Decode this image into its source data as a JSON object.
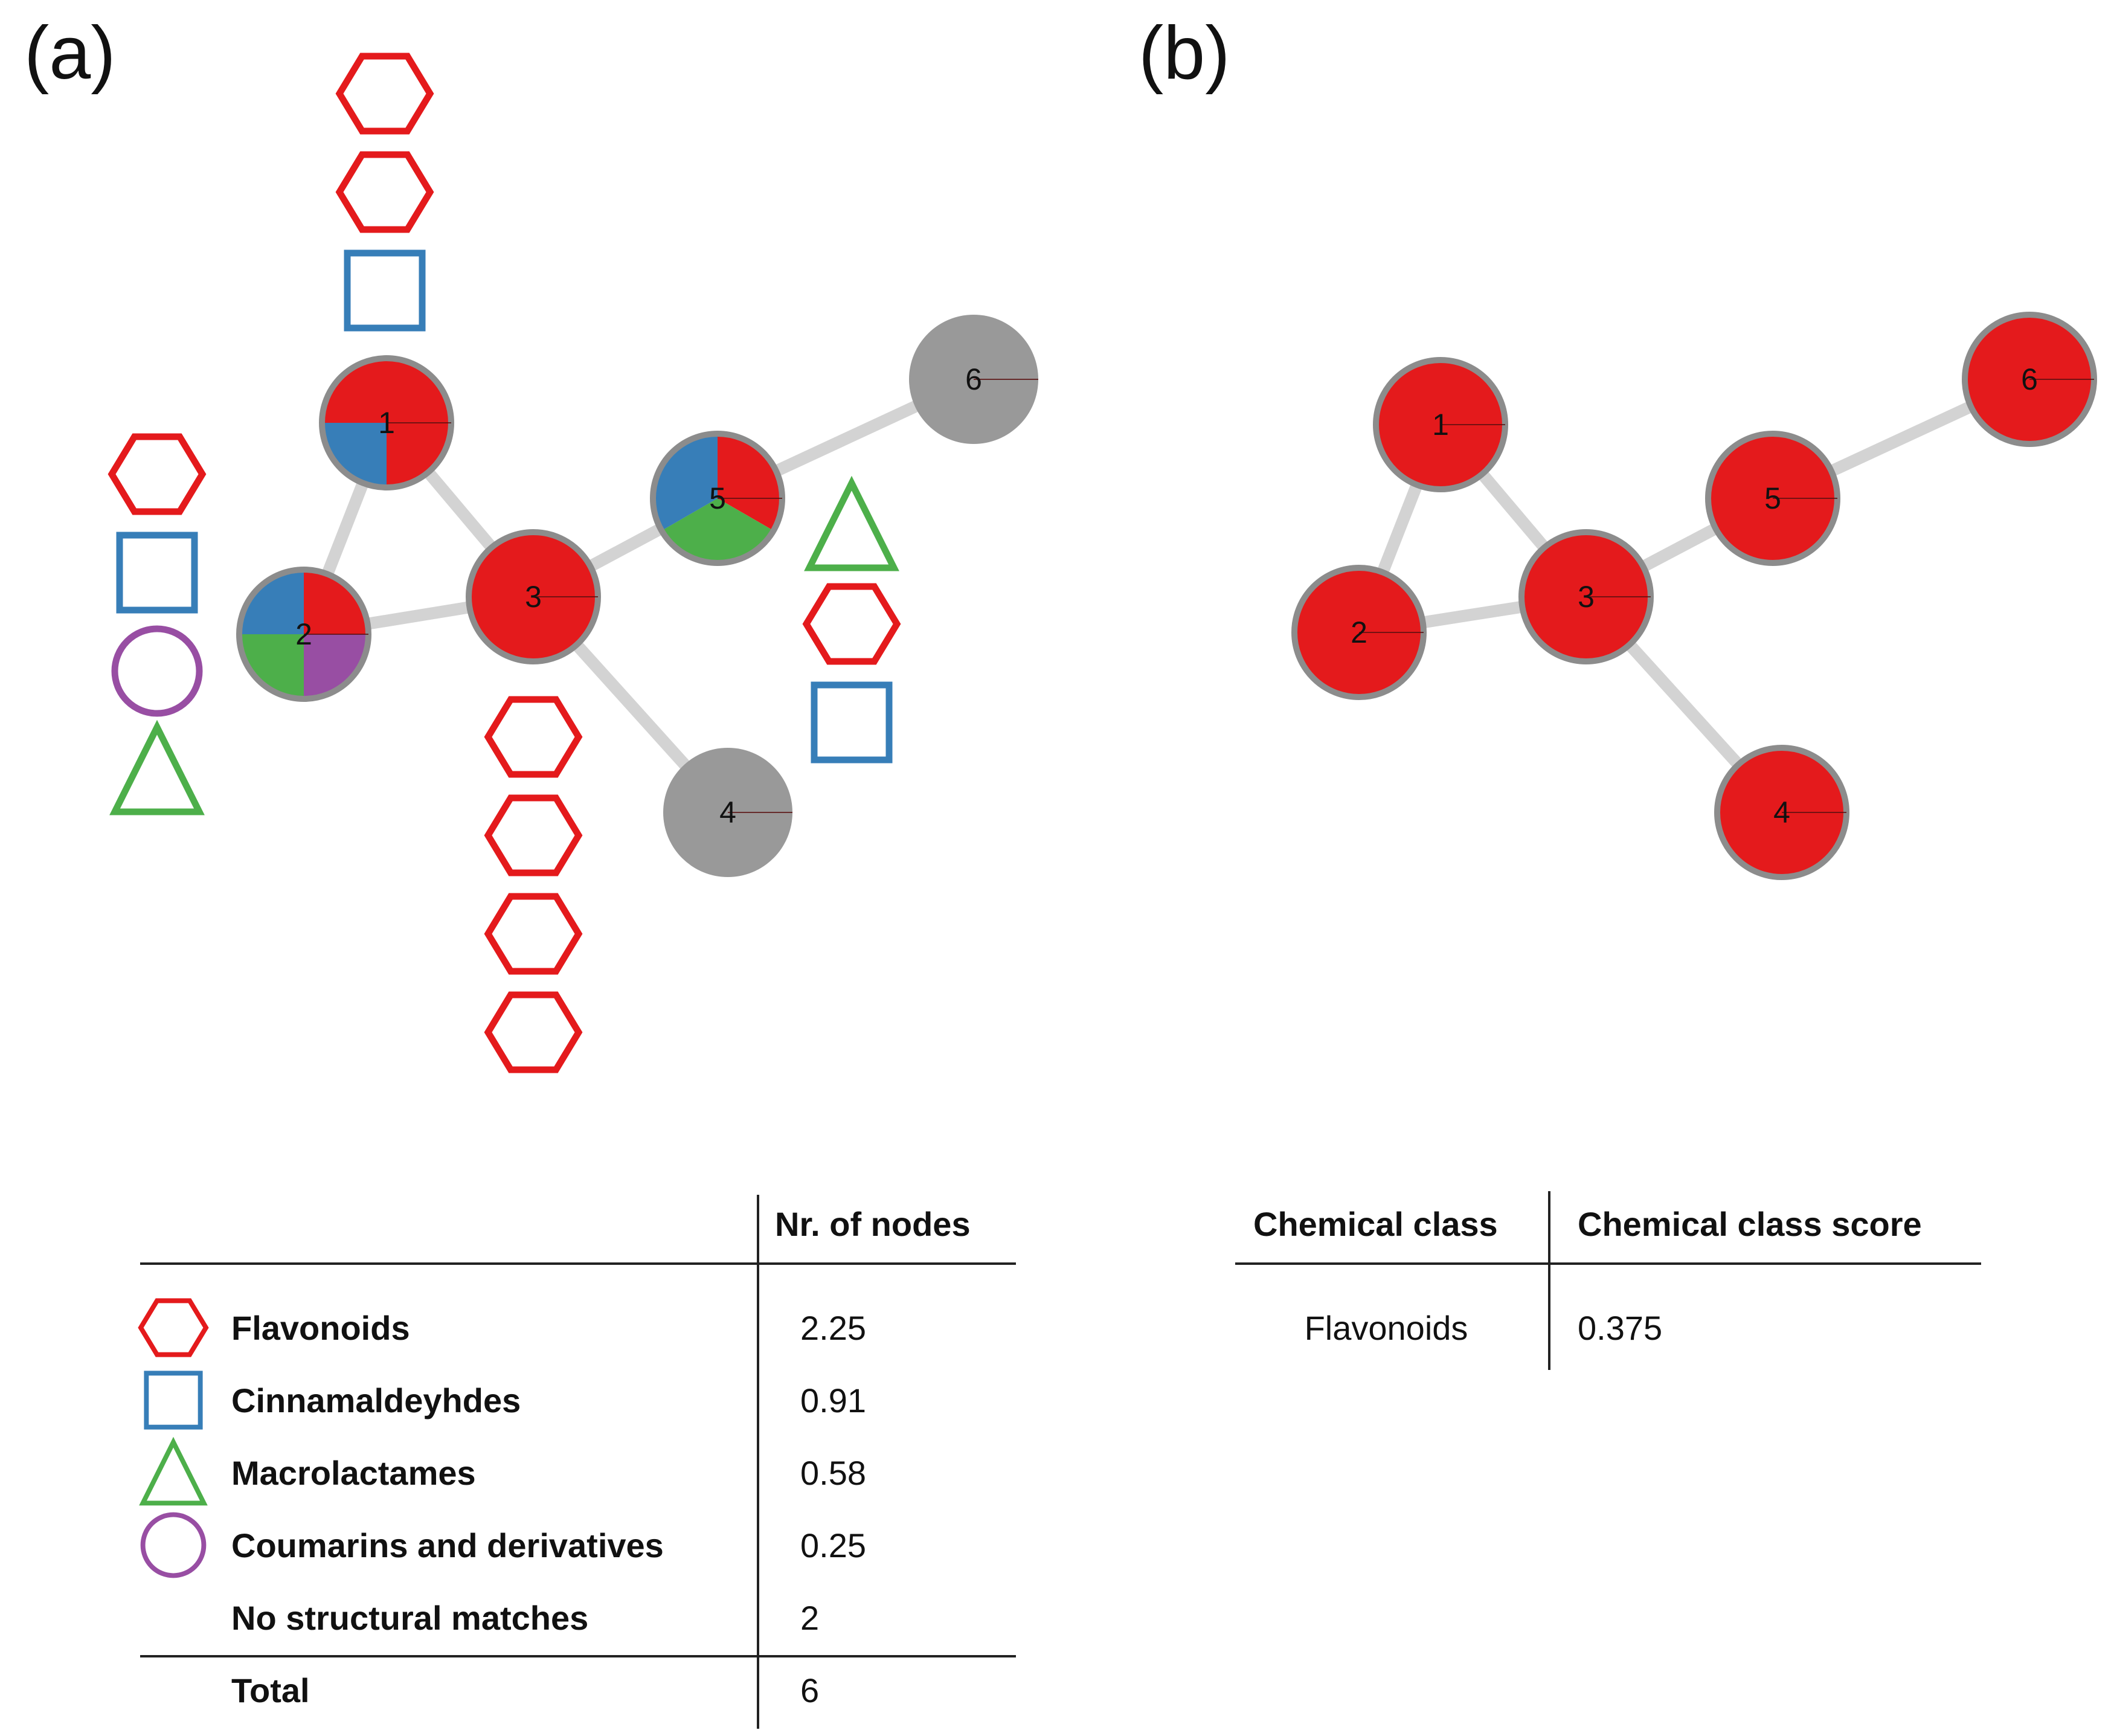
{
  "panel_a": {
    "letter": "(a)",
    "nodes": [
      {
        "id": "1",
        "label": "1",
        "slices": [
          {
            "color": "red",
            "frac": 0.5
          },
          {
            "color": "blue",
            "frac": 0.25
          },
          {
            "color": "red",
            "frac": 0.25
          }
        ]
      },
      {
        "id": "2",
        "label": "2",
        "slices": [
          {
            "color": "red",
            "frac": 0.25
          },
          {
            "color": "purple",
            "frac": 0.25
          },
          {
            "color": "green",
            "frac": 0.25
          },
          {
            "color": "blue",
            "frac": 0.25
          }
        ]
      },
      {
        "id": "3",
        "label": "3",
        "slices": [
          {
            "color": "red",
            "frac": 1
          }
        ]
      },
      {
        "id": "4",
        "label": "4",
        "slices": [
          {
            "color": "gray",
            "frac": 1
          }
        ]
      },
      {
        "id": "5",
        "label": "5",
        "slices": [
          {
            "color": "red",
            "frac": 0.3333
          },
          {
            "color": "green",
            "frac": 0.3333
          },
          {
            "color": "blue",
            "frac": 0.3334
          }
        ]
      },
      {
        "id": "6",
        "label": "6",
        "slices": [
          {
            "color": "gray",
            "frac": 1
          }
        ]
      }
    ],
    "edges": [
      [
        "1",
        "2"
      ],
      [
        "1",
        "3"
      ],
      [
        "2",
        "3"
      ],
      [
        "3",
        "5"
      ],
      [
        "3",
        "4"
      ],
      [
        "5",
        "6"
      ]
    ],
    "shape_groups": [
      {
        "node": "1",
        "shapes": [
          "hexagon",
          "hexagon",
          "square"
        ]
      },
      {
        "node": "2",
        "shapes": [
          "hexagon",
          "square",
          "circle",
          "triangle"
        ]
      },
      {
        "node": "3",
        "shapes": [
          "hexagon",
          "hexagon",
          "hexagon",
          "hexagon"
        ]
      },
      {
        "node": "5",
        "shapes": [
          "triangle",
          "hexagon",
          "square"
        ]
      }
    ],
    "table": {
      "header": "Nr. of nodes",
      "rows": [
        {
          "shape": "hexagon",
          "label": "Flavonoids",
          "value": "2.25"
        },
        {
          "shape": "square",
          "label": "Cinnamaldeyhdes",
          "value": "0.91"
        },
        {
          "shape": "triangle",
          "label": "Macrolactames",
          "value": "0.58"
        },
        {
          "shape": "circle",
          "label": "Coumarins and derivatives",
          "value": "0.25"
        },
        {
          "shape": "",
          "label": "No structural matches",
          "value": "2"
        }
      ],
      "total": {
        "label": "Total",
        "value": "6"
      }
    }
  },
  "panel_b": {
    "letter": "(b)",
    "nodes": [
      {
        "id": "1",
        "label": "1"
      },
      {
        "id": "2",
        "label": "2"
      },
      {
        "id": "3",
        "label": "3"
      },
      {
        "id": "4",
        "label": "4"
      },
      {
        "id": "5",
        "label": "5"
      },
      {
        "id": "6",
        "label": "6"
      }
    ],
    "node_color": "red",
    "edges": [
      [
        "1",
        "2"
      ],
      [
        "1",
        "3"
      ],
      [
        "2",
        "3"
      ],
      [
        "3",
        "5"
      ],
      [
        "3",
        "4"
      ],
      [
        "5",
        "6"
      ]
    ],
    "table": {
      "col1_header": "Chemical class",
      "col2_header": "Chemical class score",
      "row": {
        "class": "Flavonoids",
        "score": "0.375"
      }
    }
  },
  "colors": {
    "red": "#e41a1c",
    "blue": "#377eb8",
    "green": "#4daf4a",
    "purple": "#984ea3",
    "gray": "#999999",
    "edge": "#d3d3d3",
    "node_outline": "#8c8c8c"
  }
}
